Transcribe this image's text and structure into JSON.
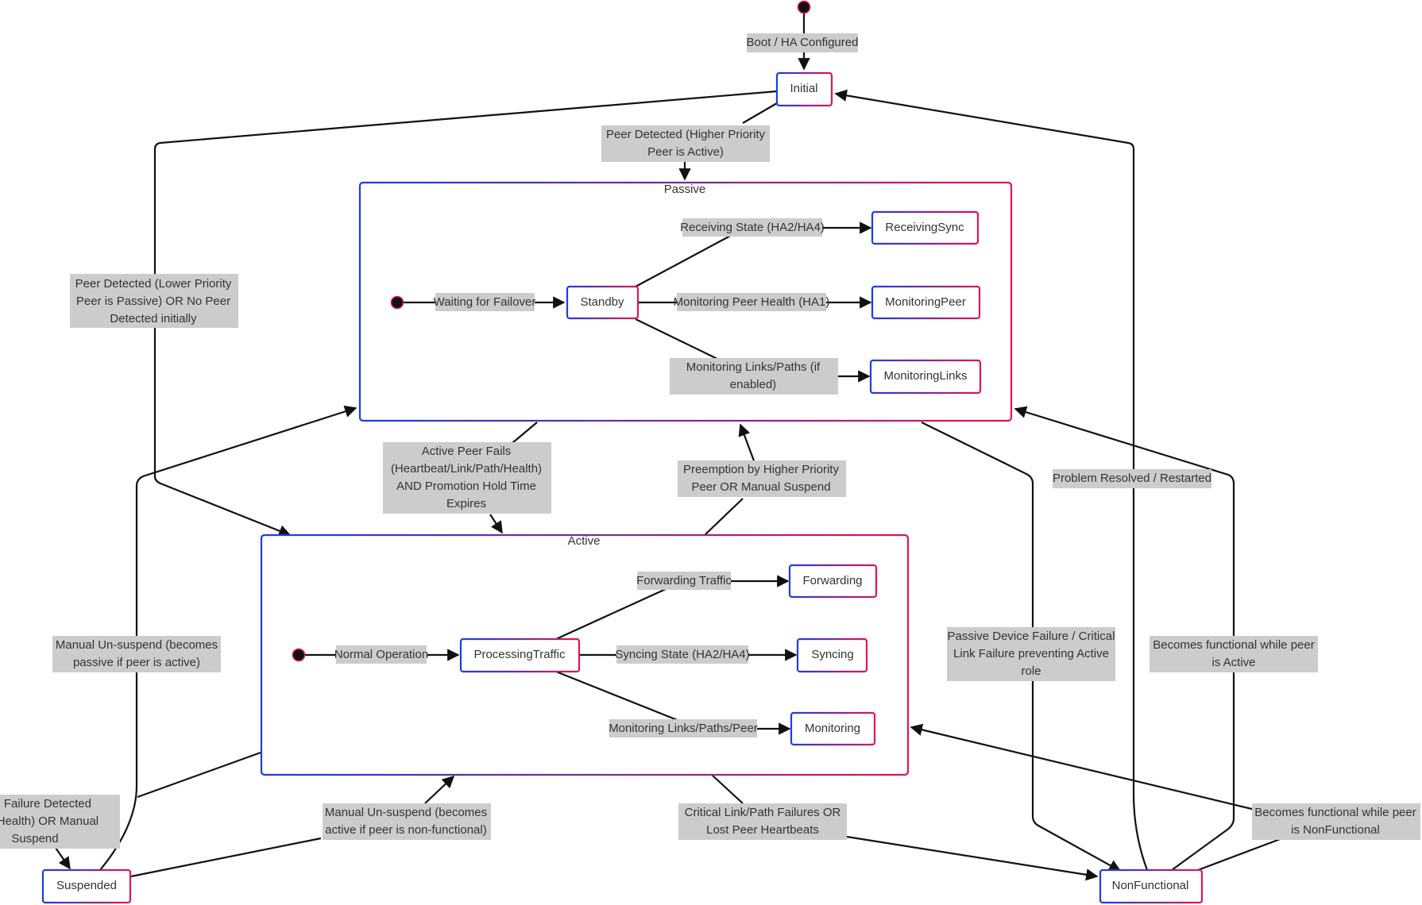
{
  "diagram": {
    "states": {
      "initial": "Initial",
      "passive": "Passive",
      "active": "Active",
      "suspended": "Suspended",
      "nonfunctional": "NonFunctional",
      "receiving_sync": "ReceivingSync",
      "monitoring_peer": "MonitoringPeer",
      "monitoring_links": "MonitoringLinks",
      "standby": "Standby",
      "forwarding": "Forwarding",
      "syncing": "Syncing",
      "monitoring": "Monitoring",
      "processing_traffic": "ProcessingTraffic"
    },
    "transitions": {
      "boot": [
        "Boot / HA Configured"
      ],
      "peer_higher": [
        "Peer Detected (Higher Priority",
        "Peer is Active)"
      ],
      "peer_lower": [
        "Peer Detected (Lower Priority",
        "Peer is Passive) OR No Peer",
        "Detected initially"
      ],
      "waiting_failover": [
        "Waiting for Failover"
      ],
      "receiving_state": [
        "Receiving State (HA2/HA4)"
      ],
      "monitoring_peer_health": [
        "Monitoring Peer Health (HA1)"
      ],
      "monitoring_links_paths": [
        "Monitoring Links/Paths (if",
        "enabled)"
      ],
      "active_peer_fails": [
        "Active Peer Fails",
        "(Heartbeat/Link/Path/Health)",
        "AND Promotion Hold Time",
        "Expires"
      ],
      "preemption": [
        "Preemption by Higher Priority",
        "Peer OR Manual Suspend"
      ],
      "problem_resolved": [
        "Problem Resolved / Restarted"
      ],
      "normal_operation": [
        "Normal Operation"
      ],
      "forwarding_traffic": [
        "Forwarding Traffic"
      ],
      "syncing_state": [
        "Syncing State (HA2/HA4)"
      ],
      "monitoring_links_paths_peer": [
        "Monitoring Links/Paths/Peer"
      ],
      "manual_unsuspend_passive": [
        "Manual Un-suspend (becomes",
        "passive if peer is active)"
      ],
      "passive_device_failure": [
        "Passive Device Failure / Critical",
        "Link Failure preventing Active",
        "role"
      ],
      "functional_peer_active": [
        "Becomes functional while peer",
        "is Active"
      ],
      "internal_failure": [
        "al Failure Detected",
        "al Health) OR Manual",
        "Suspend"
      ],
      "manual_unsuspend_active": [
        "Manual Un-suspend (becomes",
        "active if peer is non-functional)"
      ],
      "critical_link_failures": [
        "Critical Link/Path Failures OR",
        "Lost Peer Heartbeats"
      ],
      "functional_peer_nonfunctional": [
        "Becomes functional while peer",
        "is NonFunctional"
      ]
    },
    "colors": {
      "border_start": "#1a3ee0",
      "border_end": "#e2135b",
      "label_bg": "#cccccc",
      "edge": "#111111"
    }
  }
}
